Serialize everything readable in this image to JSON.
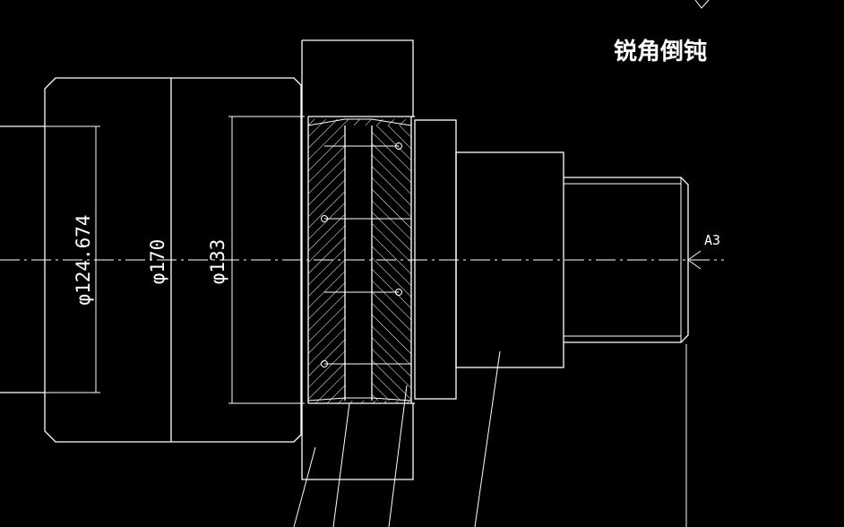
{
  "drawing": {
    "note": "锐角倒钝",
    "dimensions": {
      "d1": "φ124.674",
      "d2": "φ170",
      "d3": "φ133"
    },
    "center_hole_tag": "A3"
  },
  "colors": {
    "background": "#000000",
    "lines": "#ffffff"
  }
}
